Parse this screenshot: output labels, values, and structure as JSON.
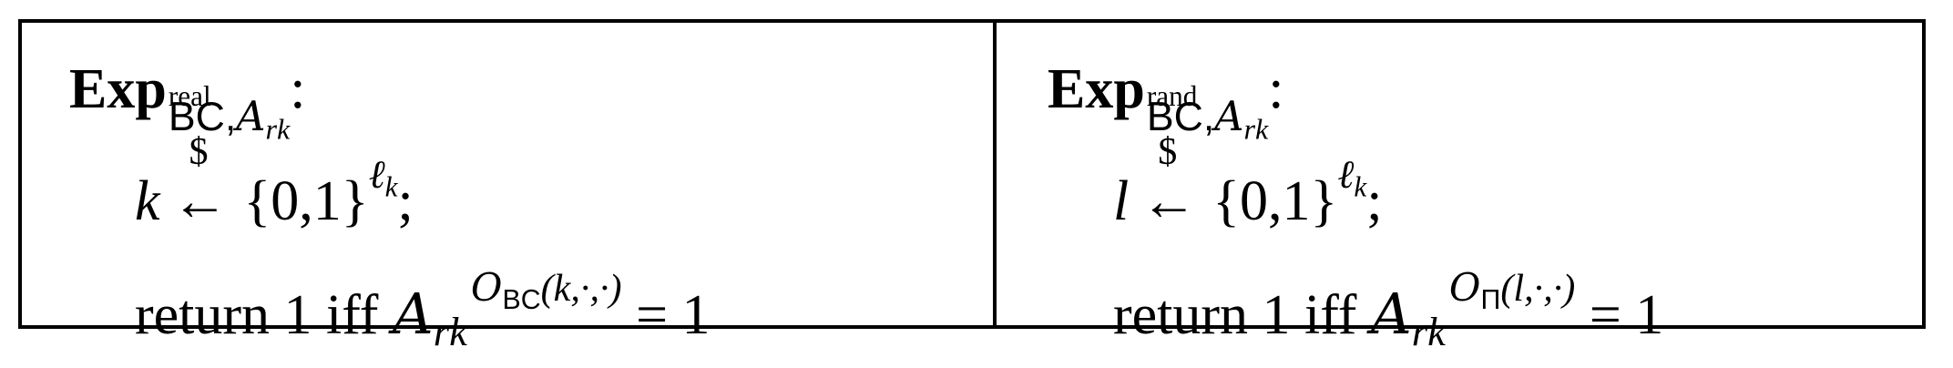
{
  "experiments": [
    {
      "header": {
        "title": "Exp",
        "superscript": "real",
        "subscript_main": "BC,",
        "subscript_script": "A",
        "subscript_index": "rk",
        "colon": ":"
      },
      "sample_line": {
        "variable": "k",
        "sample_symbol": "$",
        "arrow": "←",
        "set": "{0,1}",
        "exponent_base": "ℓ",
        "exponent_index": "k",
        "terminator": ";"
      },
      "return_line": {
        "prefix": "return 1 iff ",
        "adversary": "A",
        "adversary_index": "rk",
        "oracle_symbol": "O",
        "oracle_subscript": "BC",
        "oracle_args": "(k,·,·)",
        "equals": " = 1"
      }
    },
    {
      "header": {
        "title": "Exp",
        "superscript": "rand",
        "subscript_main": "BC,",
        "subscript_script": "A",
        "subscript_index": "rk",
        "colon": ":"
      },
      "sample_line": {
        "variable": "l",
        "sample_symbol": "$",
        "arrow": "←",
        "set": "{0,1}",
        "exponent_base": "ℓ",
        "exponent_index": "k",
        "terminator": ";"
      },
      "return_line": {
        "prefix": "return 1 iff ",
        "adversary": "A",
        "adversary_index": "rk",
        "oracle_symbol": "O",
        "oracle_subscript": "Π",
        "oracle_args": "(l,·,·)",
        "equals": " = 1"
      }
    }
  ]
}
